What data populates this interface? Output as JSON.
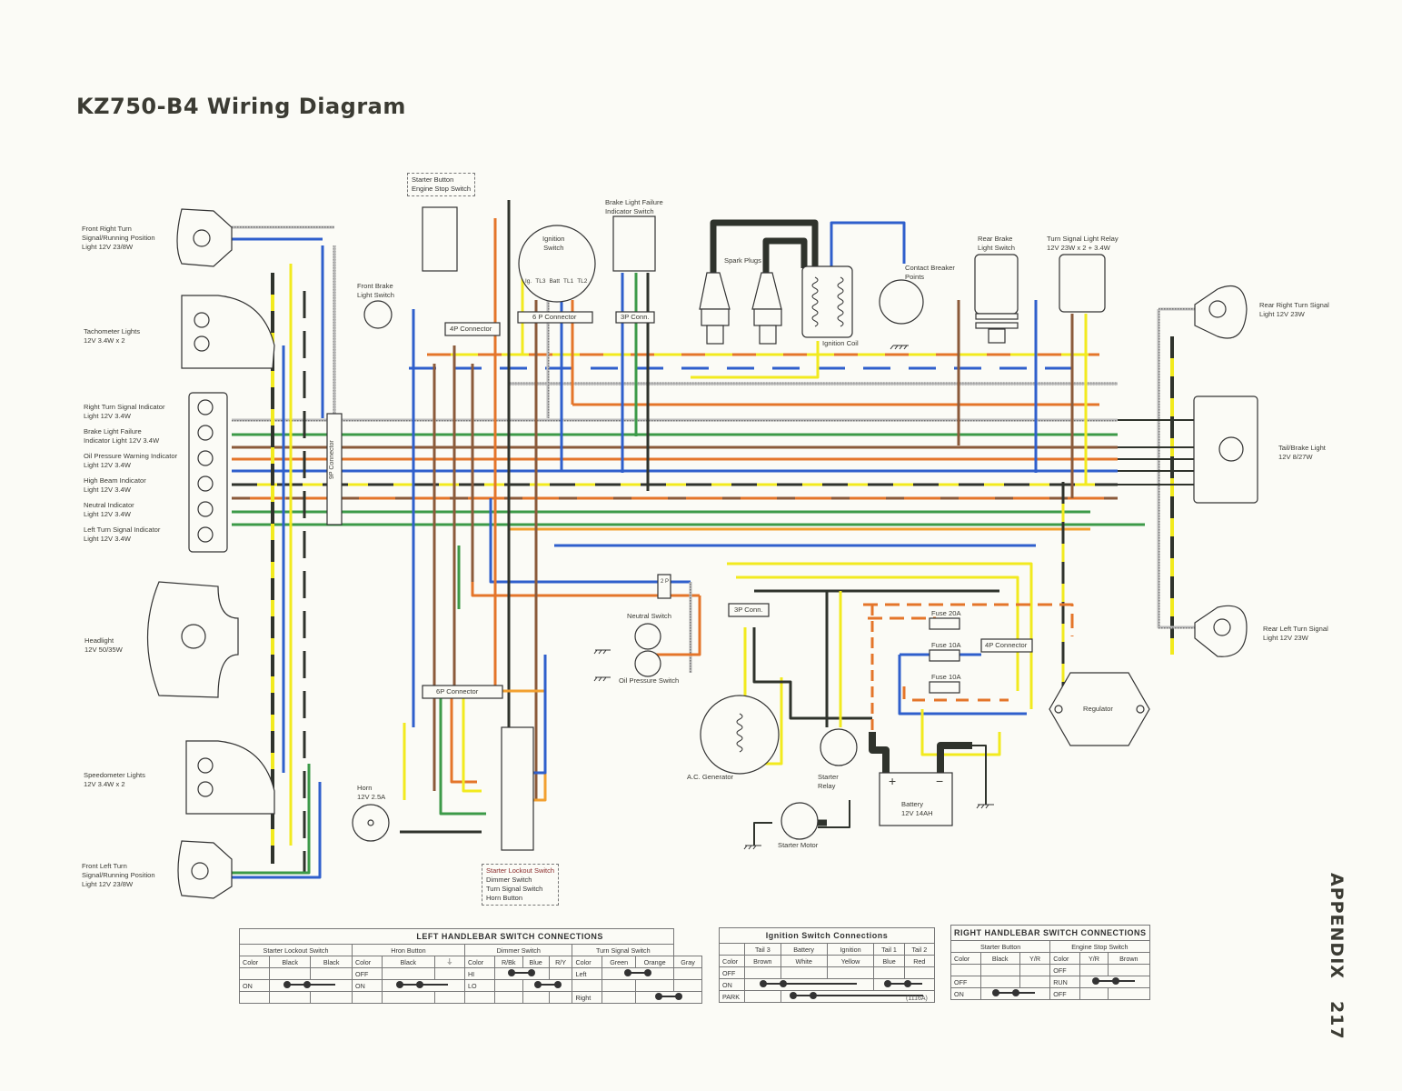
{
  "title": "KZ750-B4 Wiring Diagram",
  "appendix": {
    "label": "APPENDIX",
    "page": "217"
  },
  "wire_colors": {
    "black": "#2f332c",
    "yellow": "#f2ea1e",
    "blue": "#2f5fcc",
    "brown": "#8b5a3a",
    "orange": "#e4752a",
    "green": "#3c9a48",
    "gray": "#9c9c9c",
    "red": "#d9462a",
    "light_orange": "#f2a030"
  },
  "components": {
    "front_right_turn": [
      "Front Right Turn",
      "Signal/Running Position",
      "Light 12V 23/8W"
    ],
    "tachometer_lights": [
      "Tachometer Lights",
      "12V 3.4W x 2"
    ],
    "right_turn_indicator": [
      "Right Turn Signal Indicator",
      "Light 12V 3.4W"
    ],
    "brake_failure_indicator": [
      "Brake Light Failure",
      "Indicator Light 12V 3.4W"
    ],
    "oil_pressure_indicator": [
      "Oil Pressure Warning Indicator",
      "Light 12V 3.4W"
    ],
    "high_beam_indicator": [
      "High Beam Indicator",
      "Light 12V 3.4W"
    ],
    "neutral_indicator": [
      "Neutral Indicator",
      "Light 12V 3.4W"
    ],
    "left_turn_indicator": [
      "Left Turn Signal Indicator",
      "Light 12V 3.4W"
    ],
    "headlight": [
      "Headlight",
      "12V 50/35W"
    ],
    "speedometer_lights": [
      "Speedometer Lights",
      "12V 3.4W x 2"
    ],
    "front_left_turn": [
      "Front Left Turn",
      "Signal/Running Position",
      "Light 12V 23/8W"
    ],
    "starter_engine_stop": [
      "Starter Button",
      "Engine Stop Switch"
    ],
    "front_brake_switch": [
      "Front Brake",
      "Light Switch"
    ],
    "ignition_switch": [
      "Ignition",
      "Switch"
    ],
    "ignition_terminals": [
      "Ig.",
      "TL3",
      "Batt",
      "TL1",
      "TL2"
    ],
    "brake_failure_switch": [
      "Brake Light Failure",
      "Indicator Switch"
    ],
    "spark_plugs": "Spark Plugs",
    "ignition_coil": "Ignition Coil",
    "contact_breaker": [
      "Contact Breaker",
      "Points"
    ],
    "rear_brake_switch": [
      "Rear Brake",
      "Light Switch"
    ],
    "turn_relay": [
      "Turn Signal Light Relay",
      "12V 23W x 2 + 3.4W"
    ],
    "rear_right_turn": [
      "Rear Right Turn Signal",
      "Light 12V 23W"
    ],
    "tail_brake": [
      "Tail/Brake Light",
      "12V 8/27W"
    ],
    "rear_left_turn": [
      "Rear Left Turn Signal",
      "Light 12V 23W"
    ],
    "neutral_switch": "Neutral Switch",
    "oil_pressure_switch": "Oil Pressure Switch",
    "ac_generator": "A.C. Generator",
    "starter_relay": [
      "Starter",
      "Relay"
    ],
    "battery": [
      "Battery",
      "12V 14AH"
    ],
    "battery_terminals": [
      "+",
      "−"
    ],
    "starter_motor": "Starter Motor",
    "regulator": "Regulator",
    "horn": [
      "Horn",
      "12V 2.5A"
    ],
    "left_handlebar_box": [
      "Starter Lockout Switch",
      "Dimmer Switch",
      "Turn Signal Switch",
      "Horn Button"
    ],
    "fuses": [
      "Fuse 20A",
      "Fuse 10A",
      "Fuse 10A"
    ]
  },
  "connectors": {
    "c9p": "9P Connector",
    "c4p_top": "4P Connector",
    "c6p_top": "6 P Connector",
    "c3p_top": "3P Conn.",
    "c2p": "2 P",
    "c6p_bottom": "6P Connector",
    "c3p_bottom": "3P Conn.",
    "c4p_right": "4P Connector"
  },
  "tables": {
    "left_handlebar": {
      "title": "LEFT HANDLEBAR SWITCH CONNECTIONS",
      "groups": [
        "Starter Lockout Switch",
        "Hron Button",
        "Dimmer Switch",
        "Turn Signal Switch"
      ],
      "starter_lockout": {
        "cols": [
          "Color",
          "Black",
          "Black"
        ],
        "rows": [
          "",
          "ON",
          ""
        ],
        "connected_row": "ON"
      },
      "horn": {
        "cols": [
          "Color",
          "Black",
          "ground"
        ],
        "rows": [
          "OFF",
          "ON",
          ""
        ],
        "connected_row": "ON"
      },
      "dimmer": {
        "cols": [
          "Color",
          "R/Bk",
          "Blue",
          "R/Y"
        ],
        "rows": [
          "HI",
          "LO",
          ""
        ],
        "connections": {
          "HI": [
            "R/Bk",
            "Blue"
          ],
          "LO": [
            "Blue",
            "R/Y"
          ]
        }
      },
      "turn_signal": {
        "cols": [
          "Color",
          "Green",
          "Orange",
          "Gray"
        ],
        "rows": [
          "Left",
          "",
          "Right"
        ],
        "connections": {
          "Left": [
            "Green",
            "Orange"
          ],
          "Right": [
            "Orange",
            "Gray"
          ]
        }
      }
    },
    "ignition": {
      "title": "Ignition Switch Connections",
      "terminals": [
        "Tail 3",
        "Battery",
        "Ignition",
        "Tail 1",
        "Tail 2"
      ],
      "colors": [
        "Brown",
        "White",
        "Yellow",
        "Blue",
        "Red"
      ],
      "color_label": "Color",
      "rows": [
        "OFF",
        "ON",
        "PARK"
      ],
      "connections": {
        "ON": [
          [
            "Tail 3",
            "Battery",
            "Ignition"
          ],
          [
            "Tail 1",
            "Tail 2"
          ]
        ],
        "PARK": [
          [
            "Battery",
            "Tail 2"
          ]
        ]
      },
      "ref": "(1116A)"
    },
    "right_handlebar": {
      "title": "RIGHT HANDLEBAR SWITCH CONNECTIONS",
      "groups": [
        "Starter Button",
        "Engine Stop Switch"
      ],
      "starter": {
        "cols": [
          "Color",
          "Black",
          "Y/R"
        ],
        "rows": [
          "",
          "OFF",
          "ON"
        ],
        "connected_row": "ON"
      },
      "engine_stop": {
        "cols": [
          "Color",
          "Y/R",
          "Brown"
        ],
        "rows": [
          "OFF",
          "RUN",
          "OFF"
        ],
        "connected_row": "RUN"
      }
    }
  }
}
